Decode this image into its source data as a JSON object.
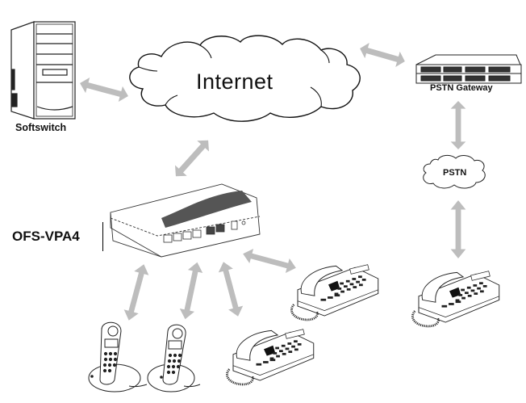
{
  "diagram": {
    "title": "OFS-VPA4 VoIP network topology",
    "nodes": {
      "softswitch": {
        "label": "Softswitch",
        "icon": "server-tower-icon"
      },
      "internet": {
        "label": "Internet",
        "icon": "cloud-icon"
      },
      "pstn_gateway": {
        "label": "PSTN Gateway",
        "icon": "rack-server-icon"
      },
      "pstn": {
        "label": "PSTN",
        "icon": "cloud-icon"
      },
      "device": {
        "label": "OFS-VPA4",
        "icon": "voip-gateway-device-icon"
      },
      "cordless_phone_1": {
        "label": "",
        "icon": "cordless-phone-icon"
      },
      "cordless_phone_2": {
        "label": "",
        "icon": "cordless-phone-icon"
      },
      "desk_phone_1": {
        "label": "",
        "icon": "desk-phone-icon"
      },
      "desk_phone_2": {
        "label": "",
        "icon": "desk-phone-icon"
      },
      "desk_phone_pstn": {
        "label": "",
        "icon": "desk-phone-icon"
      }
    },
    "links": [
      {
        "from": "softswitch",
        "to": "internet",
        "style": "bidirectional-arrow"
      },
      {
        "from": "internet",
        "to": "pstn_gateway",
        "style": "bidirectional-arrow"
      },
      {
        "from": "internet",
        "to": "device",
        "style": "bidirectional-arrow"
      },
      {
        "from": "pstn_gateway",
        "to": "pstn",
        "style": "bidirectional-arrow"
      },
      {
        "from": "pstn",
        "to": "desk_phone_pstn",
        "style": "bidirectional-arrow"
      },
      {
        "from": "device",
        "to": "cordless_phone_1",
        "style": "bidirectional-arrow"
      },
      {
        "from": "device",
        "to": "cordless_phone_2",
        "style": "bidirectional-arrow"
      },
      {
        "from": "device",
        "to": "desk_phone_1",
        "style": "bidirectional-arrow"
      },
      {
        "from": "device",
        "to": "desk_phone_2",
        "style": "bidirectional-arrow"
      }
    ],
    "colors": {
      "arrow": "#bdbdbd",
      "line": "#111111",
      "background": "#ffffff"
    }
  }
}
